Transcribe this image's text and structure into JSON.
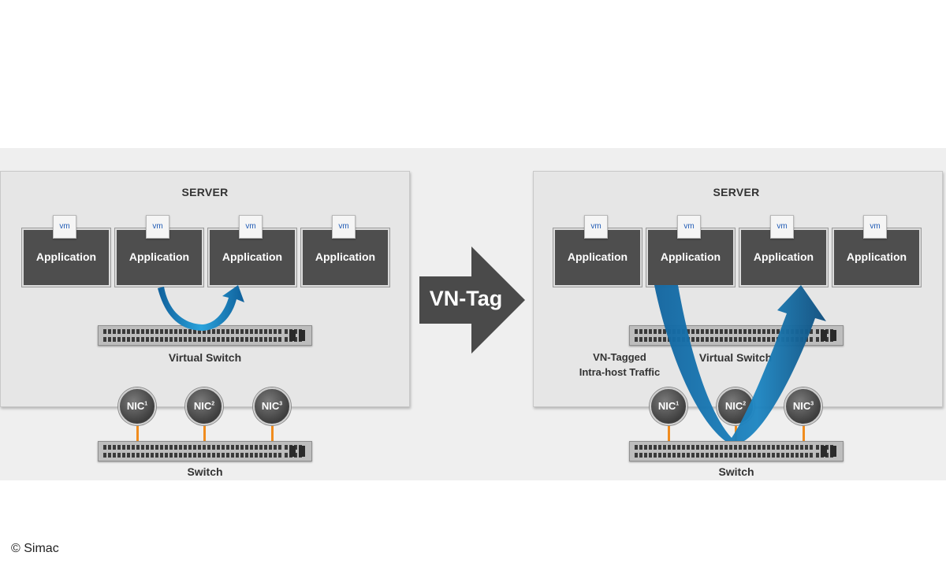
{
  "left": {
    "server_title": "SERVER",
    "apps": [
      {
        "vm": "vm",
        "label": "Application"
      },
      {
        "vm": "vm",
        "label": "Application"
      },
      {
        "vm": "vm",
        "label": "Application"
      },
      {
        "vm": "vm",
        "label": "Application"
      }
    ],
    "virtual_switch_label": "Virtual Switch",
    "nics": [
      {
        "name": "NIC",
        "num": "1"
      },
      {
        "name": "NIC",
        "num": "2"
      },
      {
        "name": "NIC",
        "num": "3"
      }
    ],
    "switch_label": "Switch"
  },
  "center": {
    "arrow_label": "VN-Tag"
  },
  "right": {
    "server_title": "SERVER",
    "apps": [
      {
        "vm": "vm",
        "label": "Application"
      },
      {
        "vm": "vm",
        "label": "Application"
      },
      {
        "vm": "vm",
        "label": "Application"
      },
      {
        "vm": "vm",
        "label": "Application"
      }
    ],
    "virtual_switch_label": "Virtual Switch",
    "traffic_label_line1": "VN-Tagged",
    "traffic_label_line2": "Intra-host Traffic",
    "nics": [
      {
        "name": "NIC",
        "num": "1"
      },
      {
        "name": "NIC",
        "num": "2"
      },
      {
        "name": "NIC",
        "num": "3"
      }
    ],
    "switch_label": "Switch"
  },
  "footer": {
    "copyright": "© Simac"
  },
  "colors": {
    "arrow_dark": "#4a4a4a",
    "flow_blue": "#1f8fc8",
    "cable_orange": "#f08c1e"
  }
}
